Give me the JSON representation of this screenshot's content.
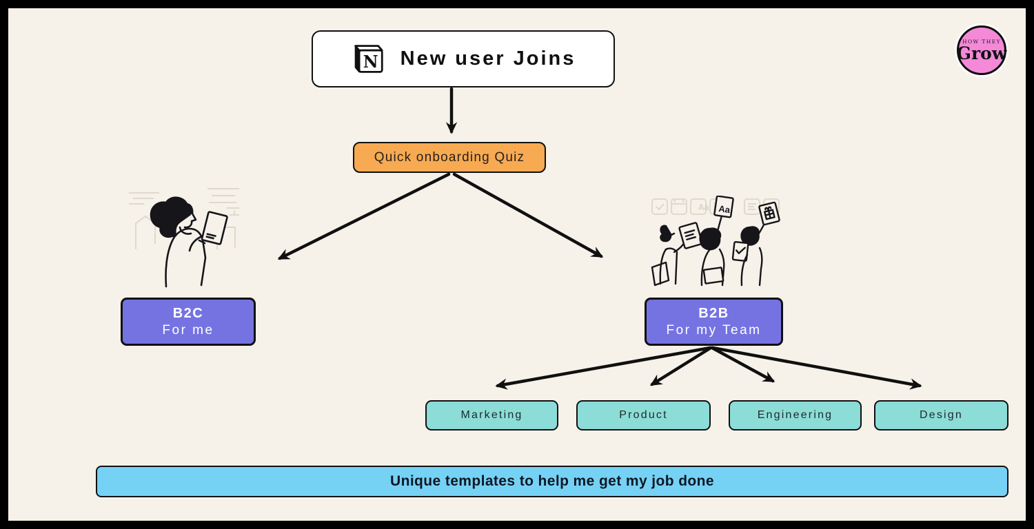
{
  "colors": {
    "background": "#F6F1E9",
    "frame": "#000000",
    "node_border": "#101010",
    "quiz_orange": "#F7AA52",
    "persona_purple": "#7573E1",
    "team_teal": "#8CDCD7",
    "banner_blue": "#76D2F5",
    "logo_pink": "#F489D8",
    "title_card_white": "#FFFFFF"
  },
  "flow": {
    "title": {
      "label": "New user Joins",
      "icon": "notion-cube",
      "icon_letter": "N"
    },
    "quiz": {
      "label": "Quick onboarding Quiz"
    },
    "b2c": {
      "name": "B2C",
      "audience": "For me"
    },
    "b2b": {
      "name": "B2B",
      "audience": "For my Team"
    },
    "teams": [
      {
        "label": "Marketing"
      },
      {
        "label": "Product"
      },
      {
        "label": "Engineering"
      },
      {
        "label": "Design"
      }
    ],
    "banner": {
      "label": "Unique templates to help me get my job done"
    }
  },
  "logo": {
    "line1": "HOW THEY",
    "line2": "Grow"
  },
  "illustrations": {
    "left": "person-reading-illustration",
    "right": "team-holding-template-cards-illustration",
    "card_glyph": "Aa"
  }
}
